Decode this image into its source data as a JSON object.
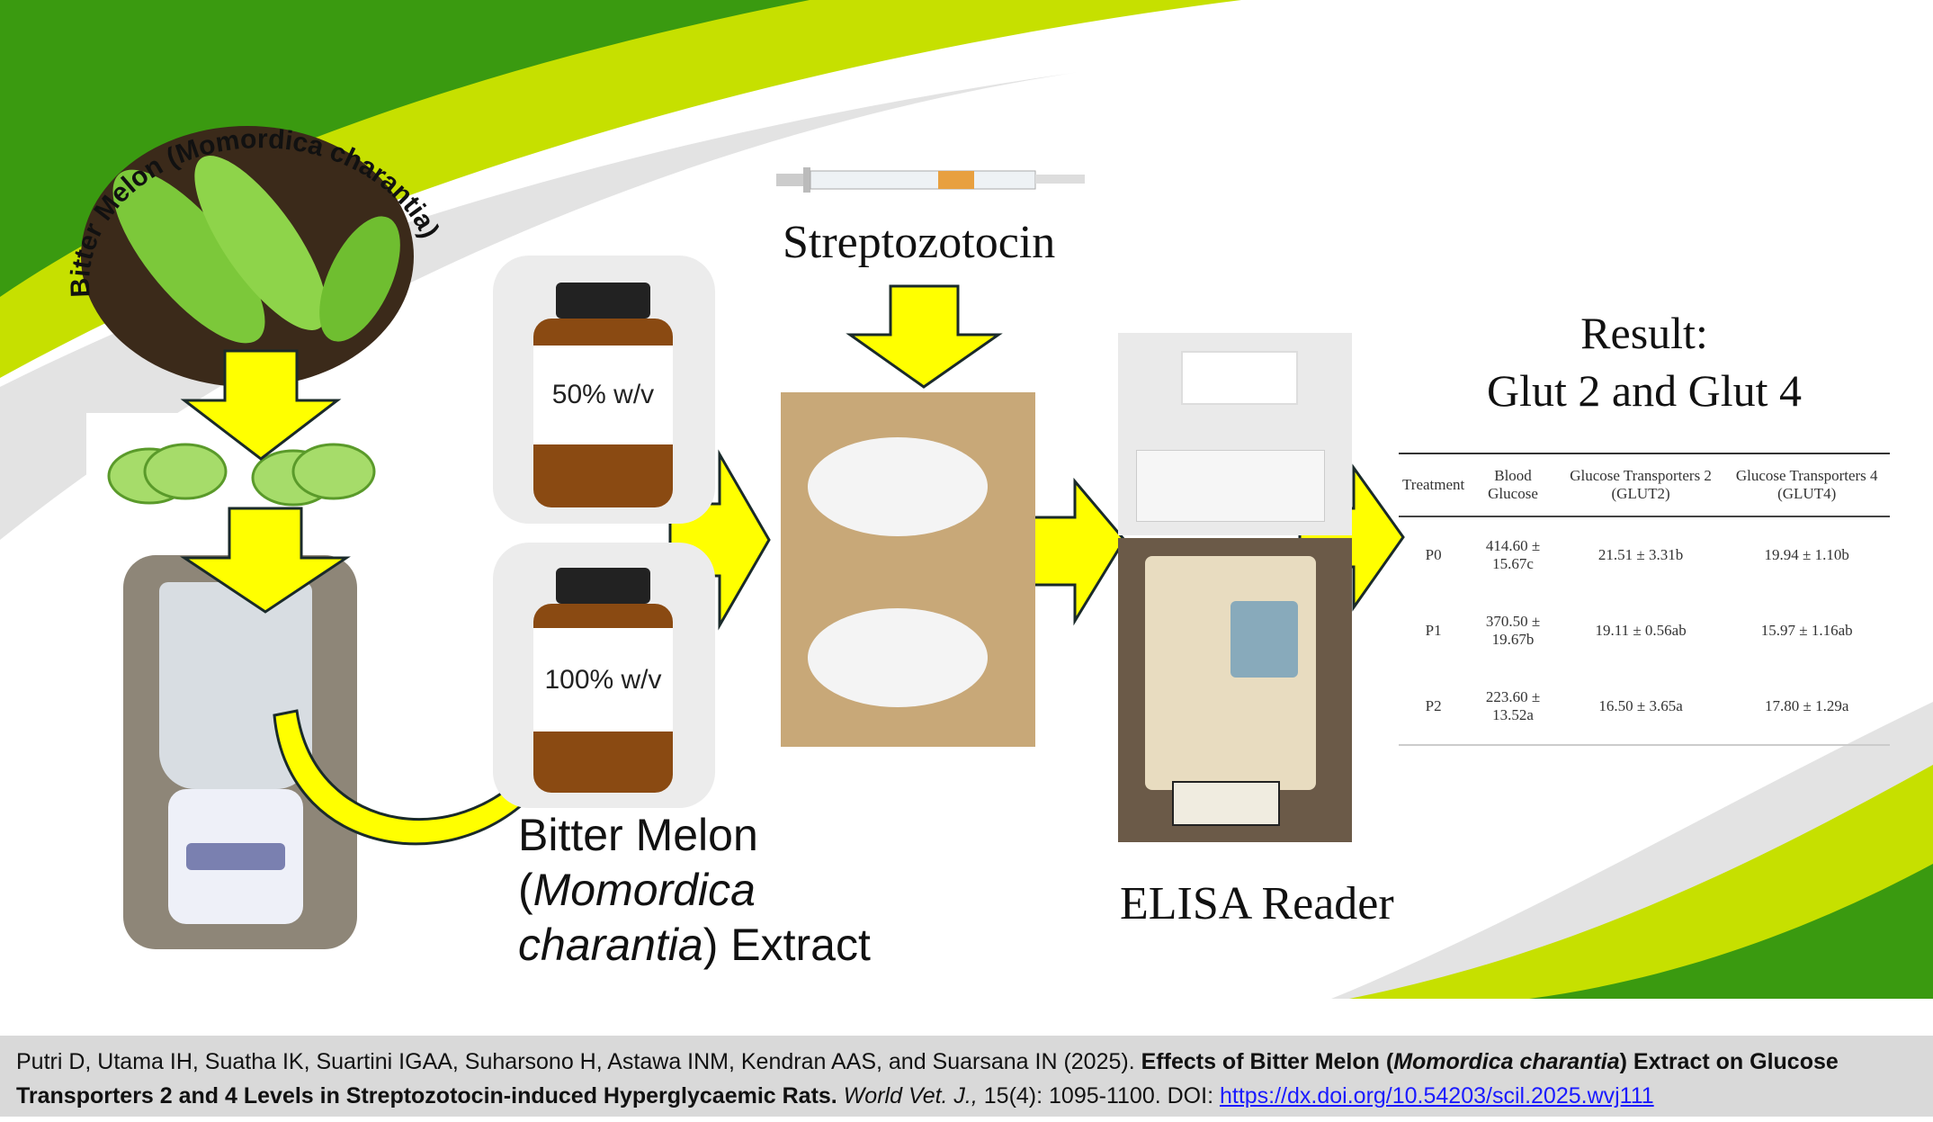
{
  "melon_title": "Bitter Melon (Momordica charantia)",
  "bottles": [
    "50% w/v",
    "100% w/v"
  ],
  "extract_label": {
    "line1": "Bitter Melon",
    "line2_open": "(",
    "line2_italic": "Momordica",
    "line3_italic": "charantia",
    "line3_rest": ") Extract"
  },
  "stz_label": "Streptozotocin",
  "elisa_label": "ELISA Reader",
  "result": {
    "line1": "Result:",
    "line2": "Glut 2 and Glut 4"
  },
  "table": {
    "headers": [
      "Treatment",
      "Blood Glucose",
      "Glucose Transporters 2 (GLUT2)",
      "Glucose Transporters 4 (GLUT4)"
    ],
    "rows": [
      [
        "P0",
        "414.60 ± 15.67c",
        "21.51 ± 3.31b",
        "19.94 ± 1.10b"
      ],
      [
        "P1",
        "370.50 ± 19.67b",
        "19.11 ± 0.56ab",
        "15.97 ± 1.16ab"
      ],
      [
        "P2",
        "223.60 ± 13.52a",
        "16.50 ± 3.65a",
        "17.80 ± 1.29a"
      ]
    ]
  },
  "citation": {
    "authors": "Putri D, Utama IH, Suatha IK, Suartini IGAA, Suharsono H, Astawa INM, Kendran AAS, and Suarsana IN (2025). ",
    "title_a": "Effects of Bitter Melon (",
    "title_italic": "Momordica charantia",
    "title_b": ") Extract on Glucose Transporters 2 and 4 Levels in Streptozotocin-induced Hyperglycaemic Rats.",
    "journal": " World Vet. J.,",
    "pages": " 15(4): 1095-1100. DOI: ",
    "doi": "https://dx.doi.org/10.54203/scil.2025.wvj111"
  },
  "colors": {
    "arrow": "#ffff00",
    "green_dark": "#3a9a10",
    "green_light": "#c6e000"
  }
}
